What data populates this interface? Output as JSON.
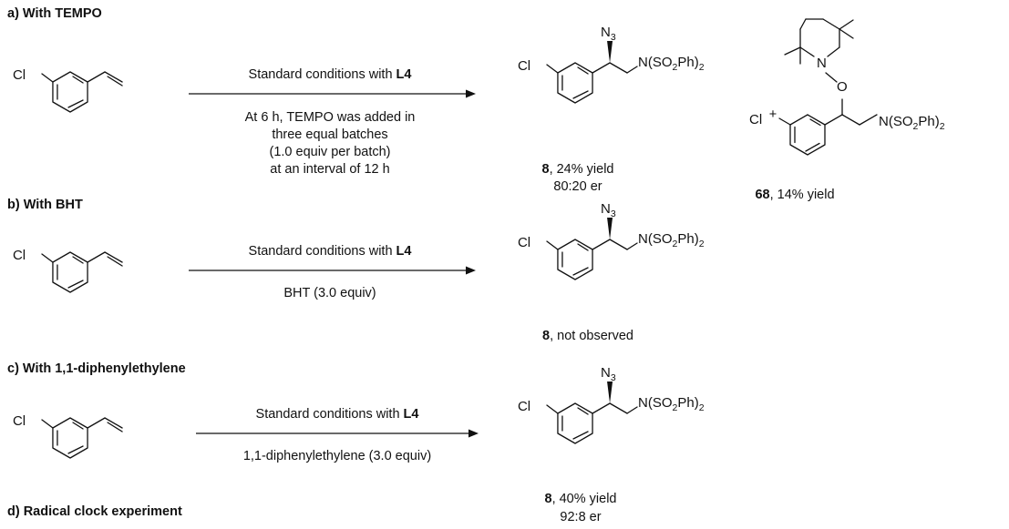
{
  "sections": [
    {
      "id": "a",
      "header": "a) With TEMPO",
      "conditions_top": "Standard conditions with ",
      "conditions_top_bold": "L4",
      "conditions_bottom": [
        "At 6 h, TEMPO was added in",
        "three equal batches",
        "(1.0 equiv per batch)",
        "at an interval of 12 h"
      ],
      "product_id": "8",
      "product_result": ", 24% yield",
      "product_er": "80:20 er",
      "plus": "+",
      "byproduct_id": "68",
      "byproduct_result": ", 14% yield"
    },
    {
      "id": "b",
      "header": "b) With BHT",
      "conditions_top": "Standard conditions with ",
      "conditions_top_bold": "L4",
      "conditions_bottom": [
        "BHT (3.0 equiv)"
      ],
      "product_id": "8",
      "product_result": ", not observed"
    },
    {
      "id": "c",
      "header": "c) With 1,1-diphenylethylene",
      "conditions_top": "Standard conditions with ",
      "conditions_top_bold": "L4",
      "conditions_bottom": [
        "1,1-diphenylethylene (3.0 equiv)"
      ],
      "product_id": "8",
      "product_result": ", 40% yield",
      "product_er": "92:8 er"
    },
    {
      "id": "d",
      "header": "d) Radical clock experiment"
    }
  ],
  "labels": {
    "cl": "Cl",
    "n": "N",
    "o": "O",
    "n3_main": "N",
    "n3_sub": "3",
    "nsul_a": "N(SO",
    "nsul_sub": "2",
    "nsul_b": "Ph)",
    "nsul_sub2": "2"
  },
  "colors": {
    "ink": "#111111",
    "background": "#ffffff"
  }
}
